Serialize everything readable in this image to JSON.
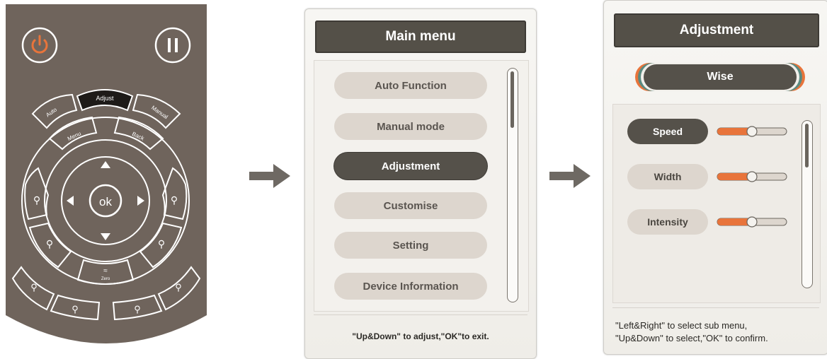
{
  "remote": {
    "buttons": {
      "power_icon": "power-icon",
      "pause_icon": "pause-icon",
      "auto": "Auto",
      "adjust": "Adjust",
      "manual": "Manual",
      "menu": "Menu",
      "back": "Back",
      "ok": "ok",
      "zero": "Zero"
    },
    "colors": {
      "body": "#6f645c",
      "power": "#e8743b"
    }
  },
  "main_menu": {
    "title": "Main menu",
    "items": [
      "Auto Function",
      "Manual mode",
      "Adjustment",
      "Customise",
      "Setting",
      "Device Information"
    ],
    "selected": "Adjustment",
    "hint": "\"Up&Down\" to adjust,\"OK\"to exit."
  },
  "adjustment": {
    "title": "Adjustment",
    "mode": "Wise",
    "settings": [
      {
        "label": "Speed",
        "level": 0.5
      },
      {
        "label": "Width",
        "level": 0.5
      },
      {
        "label": "Intensity",
        "level": 0.5
      }
    ],
    "selected": "Speed",
    "hint_line1": "\"Left&Right\" to select sub menu,",
    "hint_line2": "\"Up&Down\" to select,\"OK\" to confirm."
  },
  "colors": {
    "accent": "#e8743b",
    "dark": "#55514a",
    "pill": "#ddd6ce"
  }
}
